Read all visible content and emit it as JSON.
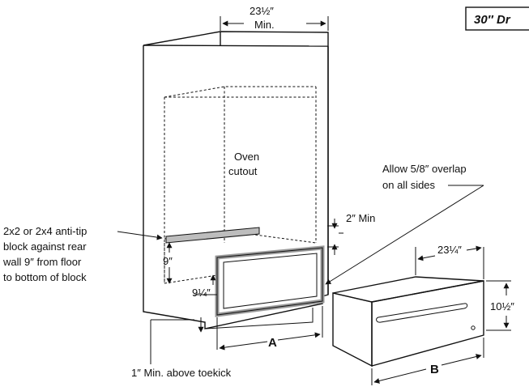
{
  "title_box": {
    "text": "30″ Dr"
  },
  "dimensions": {
    "cabinet_width": {
      "value": "23½″",
      "qualifier": "Min."
    },
    "drawer_depth": "23¼″",
    "drawer_height": "10½″",
    "clearance_top": "2″ Min",
    "block_height": "9″",
    "cutout_bottom": "9¼″",
    "label_a": "A",
    "label_b": "B"
  },
  "labels": {
    "oven_cutout": [
      "Oven",
      "cutout"
    ],
    "overlap_note": [
      "Allow 5/8″ overlap",
      "on all sides"
    ],
    "anti_tip_note": [
      "2x2 or 2x4 anti-tip",
      "block against rear",
      "wall 9″ from floor",
      "to bottom of block"
    ],
    "toekick_note": "1″ Min. above toekick"
  },
  "colors": {
    "line": "#111111",
    "block_fill": "#bdbdbd",
    "drawer_fill": "#ffffff",
    "outline_gray": "#9a9a9a"
  }
}
